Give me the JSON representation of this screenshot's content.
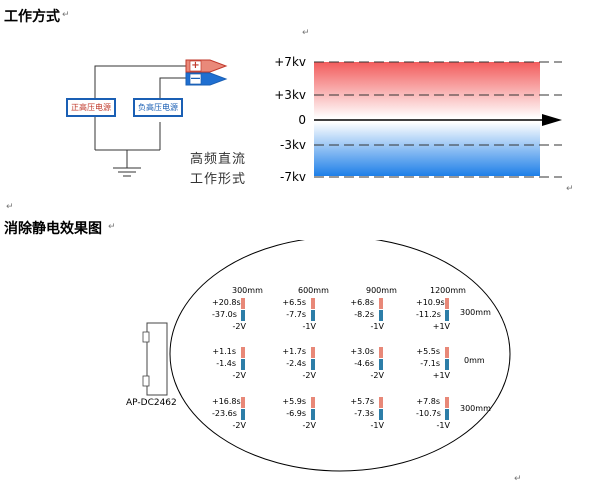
{
  "sections": {
    "mode_title": "工作方式",
    "effect_title": "消除静电效果图"
  },
  "circuit": {
    "pos_supply": "正高压电源",
    "neg_supply": "负高压电源",
    "plus_sign": "+",
    "minus_sign": "—",
    "caption_line1": "高频直流",
    "caption_line2": "工作形式"
  },
  "waveform": {
    "levels": [
      "+7kv",
      "+3kv",
      "0",
      "-3kv",
      "-7kv"
    ],
    "colors": {
      "positive": "#f25c5c",
      "negative": "#1e7fe8"
    }
  },
  "effect": {
    "device_label": "AP-DC2462",
    "columns": [
      "300mm",
      "600mm",
      "900mm",
      "1200mm"
    ],
    "rows": [
      "300mm",
      "0mm",
      "300mm"
    ],
    "cells": [
      [
        {
          "pos": "+20.8s",
          "neg": "-37.0s",
          "v": "-2V"
        },
        {
          "pos": "+6.5s",
          "neg": "-7.7s",
          "v": "-1V"
        },
        {
          "pos": "+6.8s",
          "neg": "-8.2s",
          "v": "-1V"
        },
        {
          "pos": "+10.9s",
          "neg": "-11.2s",
          "v": "+1V"
        }
      ],
      [
        {
          "pos": "+1.1s",
          "neg": "-1.4s",
          "v": "-2V"
        },
        {
          "pos": "+1.7s",
          "neg": "-2.4s",
          "v": "-2V"
        },
        {
          "pos": "+3.0s",
          "neg": "-4.6s",
          "v": "-2V"
        },
        {
          "pos": "+5.5s",
          "neg": "-7.1s",
          "v": "+1V"
        }
      ],
      [
        {
          "pos": "+16.8s",
          "neg": "-23.6s",
          "v": "-2V"
        },
        {
          "pos": "+5.9s",
          "neg": "-6.9s",
          "v": "-2V"
        },
        {
          "pos": "+5.7s",
          "neg": "-7.3s",
          "v": "-1V"
        },
        {
          "pos": "+7.8s",
          "neg": "-10.7s",
          "v": "-1V"
        }
      ]
    ]
  },
  "markers": {
    "para": "↵"
  }
}
